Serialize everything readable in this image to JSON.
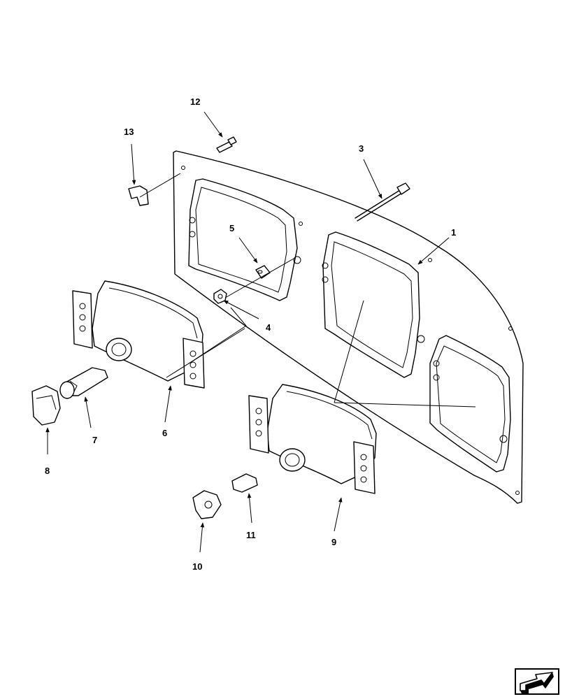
{
  "callouts": {
    "c1": "1",
    "c3": "3",
    "c4": "4",
    "c5": "5",
    "c6": "6",
    "c7": "7",
    "c8": "8",
    "c9": "9",
    "c10": "10",
    "c11": "11",
    "c12": "12",
    "c13": "13"
  },
  "nav": {
    "icon": "next-page-arrow-icon"
  }
}
